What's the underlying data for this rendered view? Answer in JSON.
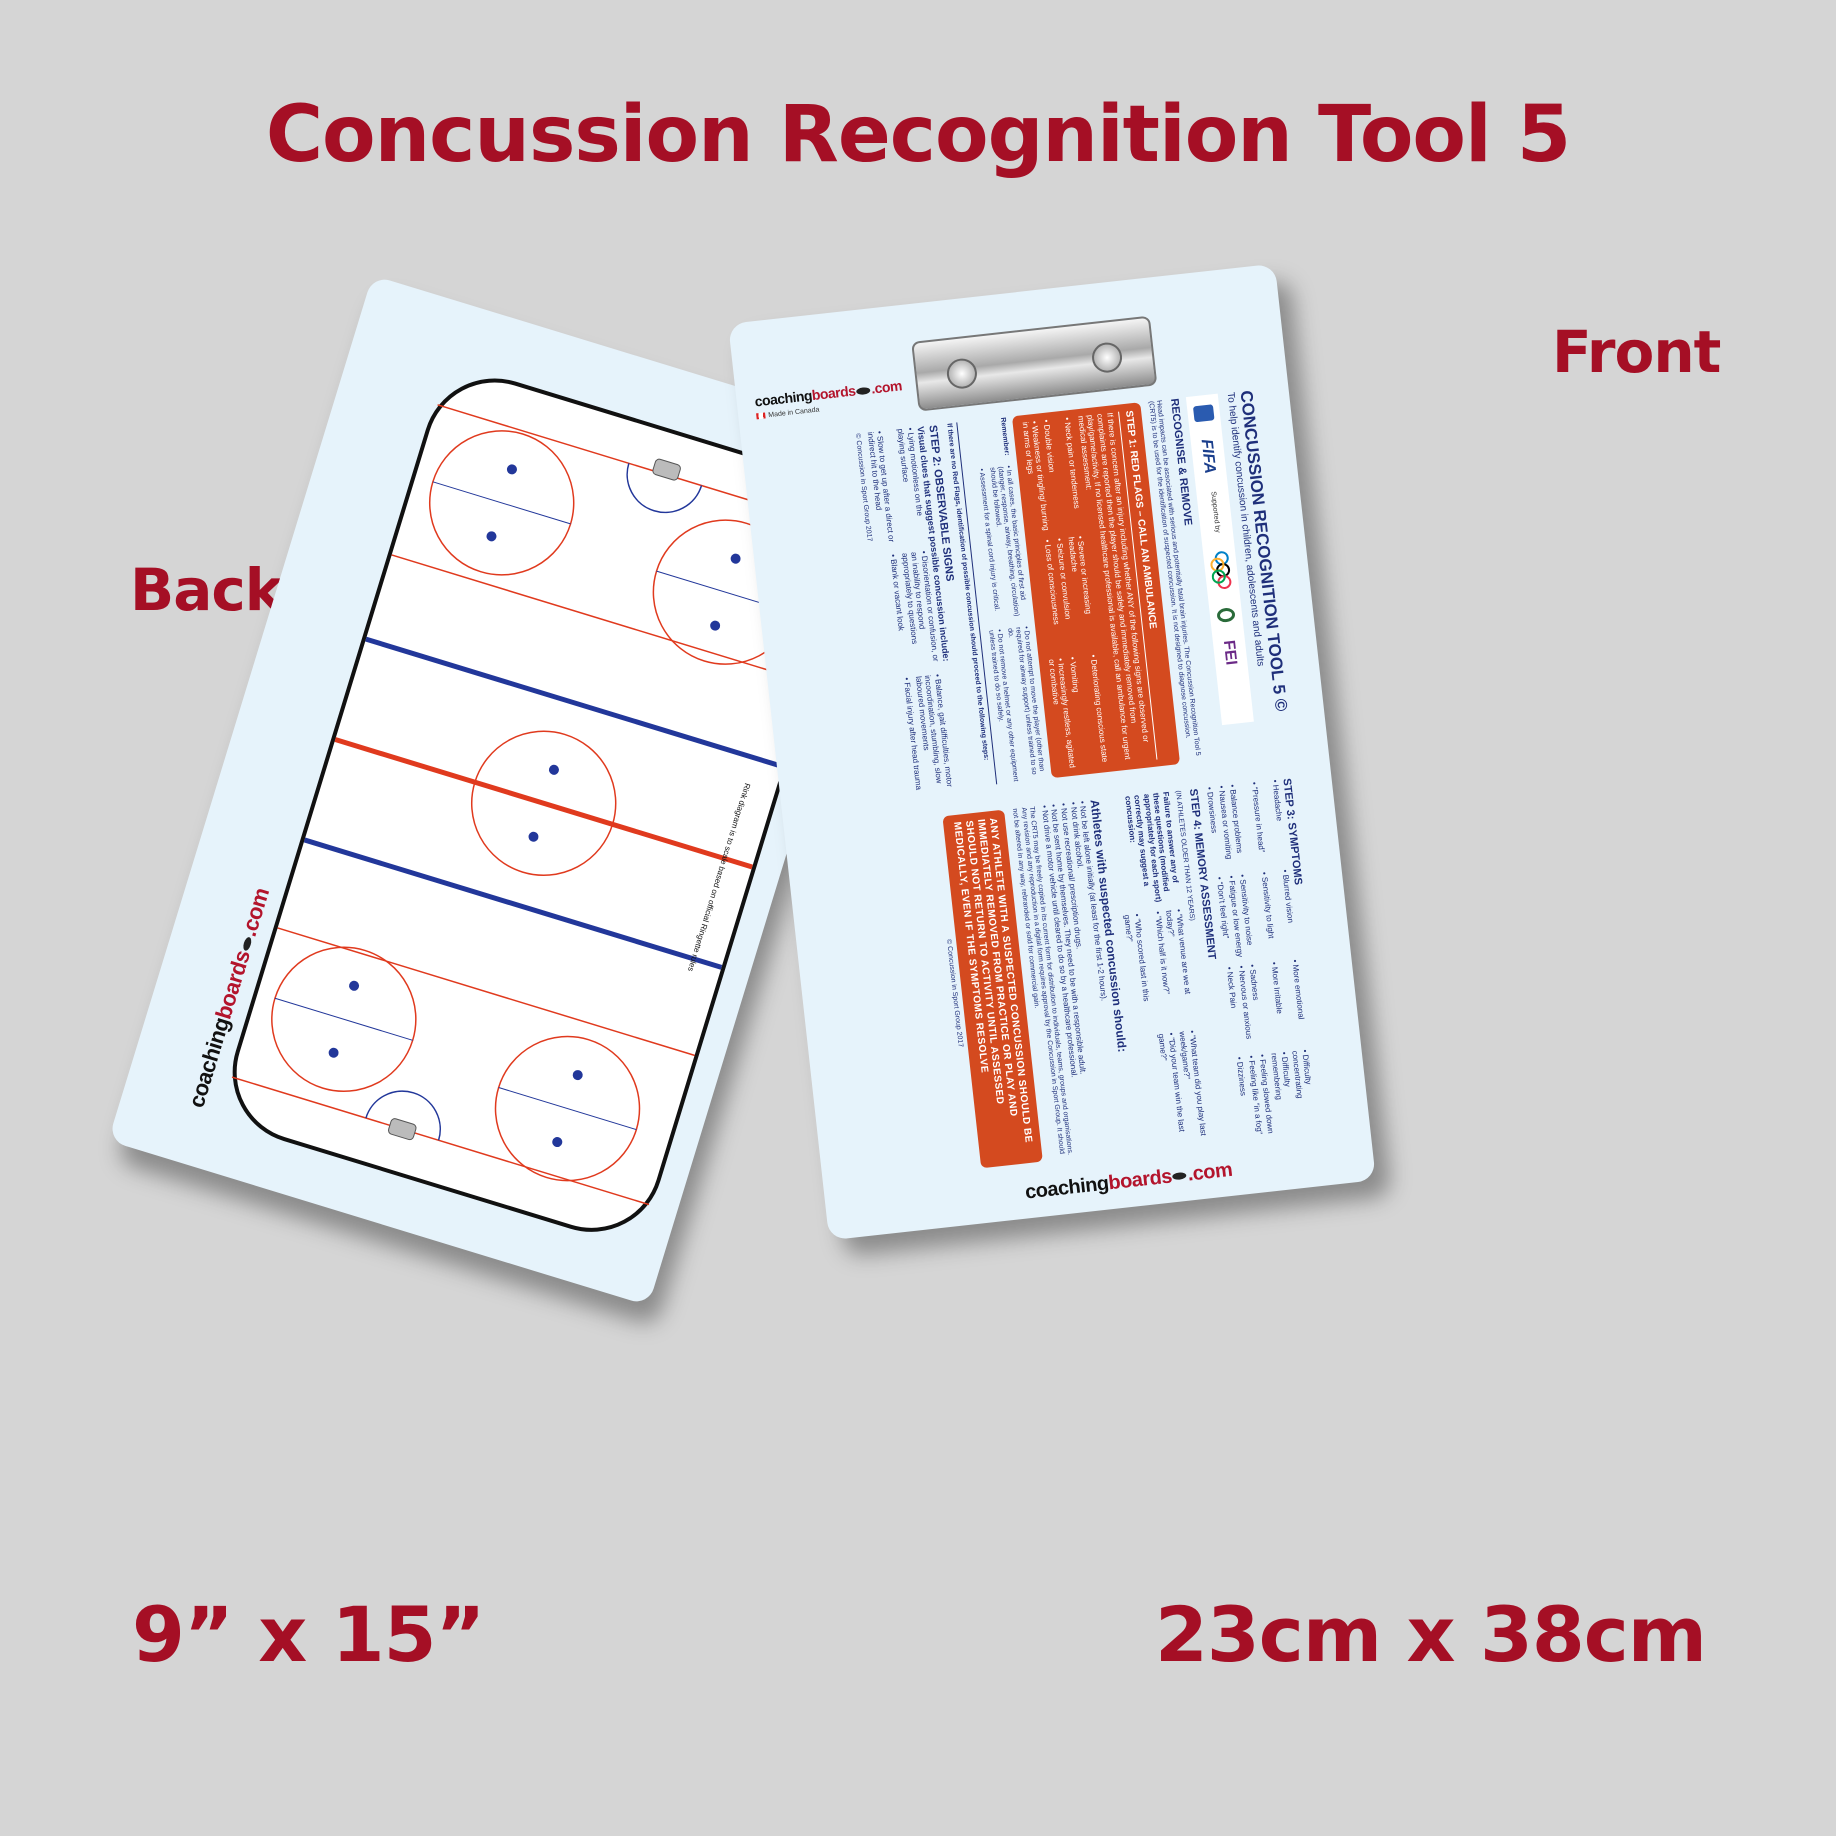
{
  "headline": "Concussion Recognition Tool 5",
  "labels": {
    "front": "Front",
    "back": "Back",
    "size_in": "9” x 15”",
    "size_cm": "23cm x 38cm"
  },
  "brand": {
    "pre": "coaching",
    "mid": "boards",
    "post": ".com",
    "made": "Made in Canada"
  },
  "back": {
    "rink_note": "Rink diagram is to scale based on official Ringette rules"
  },
  "front": {
    "title": "CONCUSSION RECOGNITION TOOL 5 ©",
    "subtitle": "To help identify concussion in children, adolescents and adults",
    "supported_by": "Supported by",
    "logo_fifa": "FIFA",
    "logo_fei": "FEI",
    "recognise": "RECOGNISE & REMOVE",
    "intro": "Head impacts can be associated with serious and potentially fatal brain injuries. The Concussion Recognition Tool 5 (CRT5) is to be used for the identification of suspected concussion. It is not designed to diagnose concussion.",
    "step1": {
      "title": "STEP 1: RED FLAGS – CALL AN AMBULANCE",
      "text": "If there is concern after an injury including whether ANY of the following signs are observed or complaints are reported then the player should be safely and immediately removed from play/game/activity. If no licensed healthcare professional is available, call an ambulance for urgent medical assessment:",
      "items": [
        "Neck pain or tenderness",
        "Severe or increasing headache",
        "Deteriorating conscious state",
        "Double vision",
        "Seizure or convulsion",
        "Vomiting",
        "Weakness or tingling/ burning in arms or legs",
        "Loss of consciousness",
        "Increasingly restless, agitated or combative"
      ]
    },
    "remember": {
      "label": "Remember:",
      "items": [
        "In all cases, the basic principles of first aid (danger, response, airway, breathing, circulation) should be followed.",
        "Assessment for a spinal cord injury is critical.",
        "Do not attempt to move the player (other than required for airway support) unless trained to so do.",
        "Do not remove a helmet or any other equipment unless trained to do so safely."
      ]
    },
    "transition": "If there are no Red Flags, identification of possible concussion should proceed to the following steps:",
    "step2": {
      "title": "STEP 2: OBSERVABLE SIGNS",
      "lead": "Visual clues that suggest possible concussion include:",
      "items": [
        "Lying motionless on the playing surface",
        "Disorientation or confusion, or an inability to respond appropriately to questions",
        "Balance, gait difficulties, motor incoordination, stumbling, slow laboured movements",
        "Slow to get up after a direct or indirect hit to the head",
        "Blank or vacant look",
        "Facial injury after head trauma"
      ]
    },
    "copyright": "© Concussion in Sport Group 2017",
    "step3": {
      "title": "STEP 3: SYMPTOMS",
      "items": [
        "Headache",
        "Blurred vision",
        "More emotional",
        "Difficulty concentrating",
        "“Pressure in head”",
        "Sensitivity to light",
        "More Irritable",
        "Difficulty remembering",
        "Balance problems",
        "Sensitivity to noise",
        "Sadness",
        "Feeling slowed down",
        "Nausea or vomiting",
        "Fatigue or low energy",
        "Nervous or anxious",
        "Feeling like “in a fog“",
        "Drowsiness",
        "“Don’t feel right”",
        "Neck Pain",
        "Dizziness"
      ]
    },
    "step4": {
      "title": "STEP 4: MEMORY ASSESSMENT",
      "note": "(IN ATHLETES OLDER THAN 12 YEARS)",
      "lead": "Failure to answer any of these questions (modified appropriately for each sport) correctly may suggest a concussion:",
      "items": [
        "“What venue are we at today?”",
        "“Which half is it now?”",
        "“Who scored last in this game?”",
        "“What team did you play last week/game?”",
        "“Did your team win the last game?”"
      ]
    },
    "athletes": {
      "title": "Athletes with suspected concussion should:",
      "items": [
        "Not be left alone initially (at least for the first 1-2 hours).",
        "Not drink alcohol.",
        "Not use recreational/ prescription drugs.",
        "Not be sent home by themselves. They need to be with a responsible adult.",
        "Not drive a motor vehicle until cleared to do so by a healthcare professional."
      ]
    },
    "crt_note": "The CRT5 may be freely copied in its current form for distribution to individuals, teams, groups and organisations. Any revision and any reproduction in a digital form requires approval by the Concussion in Sport Group. It should not be altered in any way, rebranded or sold for commercial gain.",
    "warning": "ANY ATHLETE WITH A SUSPECTED CONCUSSION SHOULD BE IMMEDIATELY REMOVED FROM PRACTICE OR PLAY AND SHOULD NOT RETURN TO ACTIVITY UNTIL ASSESSED MEDICALLY, EVEN IF THE SYMPTOMS RESOLVE"
  },
  "colors": {
    "accent": "#a50f25",
    "orange": "#d44a1f",
    "navy": "#1f2f7a",
    "rink_red": "#e03a1e",
    "rink_blue": "#22379a"
  }
}
